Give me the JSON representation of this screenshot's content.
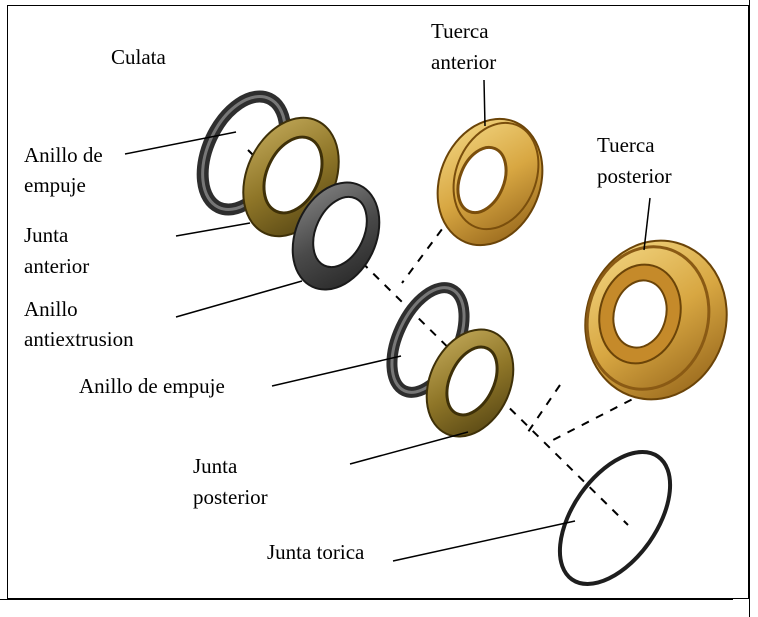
{
  "labels": {
    "culata": "Culata",
    "anillo_empuje_1": [
      "Anillo de",
      "empuje"
    ],
    "junta_anterior": [
      "Junta",
      "anterior"
    ],
    "anillo_antiextrusion": [
      "Anillo",
      "antiextrusion"
    ],
    "anillo_empuje_2": "Anillo de empuje",
    "junta_posterior": [
      "Junta",
      "posterior"
    ],
    "junta_torica": "Junta torica",
    "tuerca_anterior": [
      "Tuerca",
      "anterior"
    ],
    "tuerca_posterior": [
      "Tuerca",
      "posterior"
    ]
  },
  "colors": {
    "gold": "#d8a742",
    "gold_light": "#f2cf6e",
    "gold_dark": "#8a5a14",
    "bronze": "#a0862e",
    "bronze_dark": "#5b4a16",
    "ring_dark": "#3a3a3a",
    "ring_mid": "#6d6d6d"
  }
}
